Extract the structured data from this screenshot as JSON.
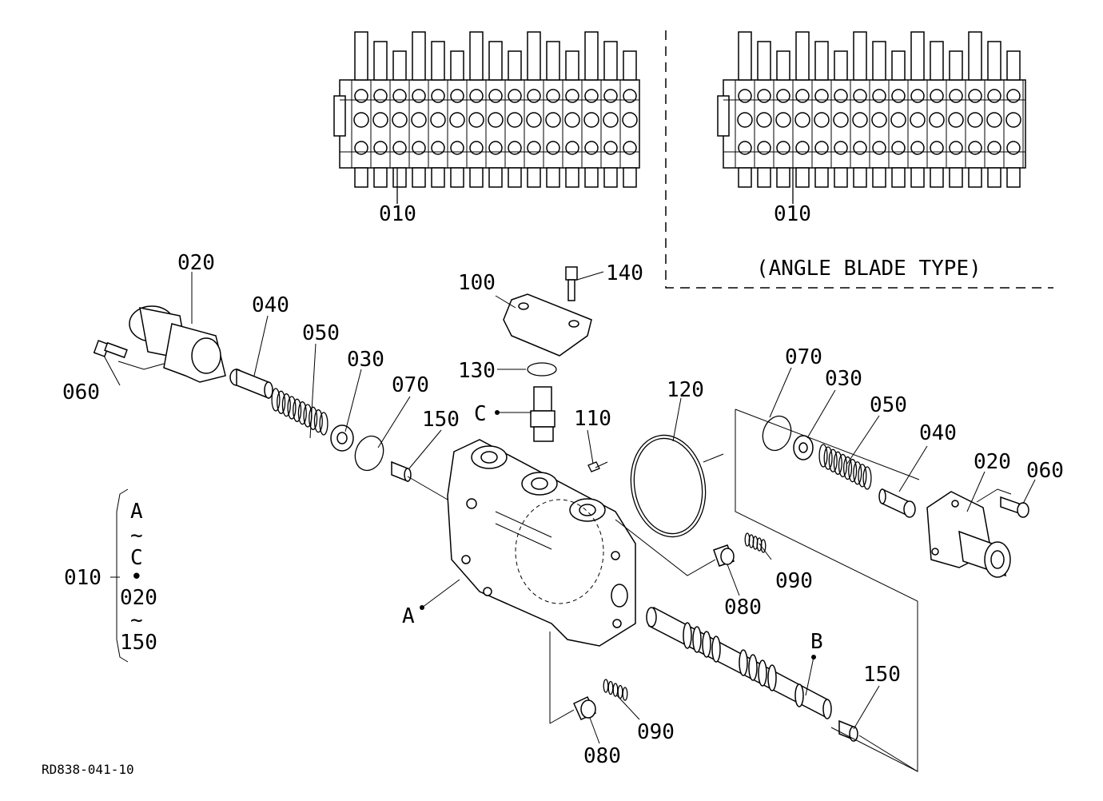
{
  "diagram": {
    "drawing_id": "RD838-041-10",
    "variant_label": "(ANGLE BLADE TYPE)",
    "callouts": {
      "assembly_left": "010",
      "assembly_right": "010",
      "p020_left": "020",
      "p040_left": "040",
      "p050_left": "050",
      "p030_left": "030",
      "p070_left": "070",
      "p150_left": "150",
      "p060_left": "060",
      "p100": "100",
      "p140": "140",
      "p130": "130",
      "p110": "110",
      "p120": "120",
      "p070_right": "070",
      "p030_right": "030",
      "p050_right": "050",
      "p040_right": "040",
      "p020_right": "020",
      "p060_right": "060",
      "p080_upper": "080",
      "p090_upper": "090",
      "p080_lower": "080",
      "p090_lower": "090",
      "p150_lower": "150"
    },
    "points": {
      "A": "A",
      "B": "B",
      "C": "C"
    },
    "bracket": {
      "ref": "010",
      "line1": "A",
      "line2": "~",
      "line3": "C",
      "line4": "•",
      "line5": "020",
      "line6": "~",
      "line7": "150"
    }
  }
}
